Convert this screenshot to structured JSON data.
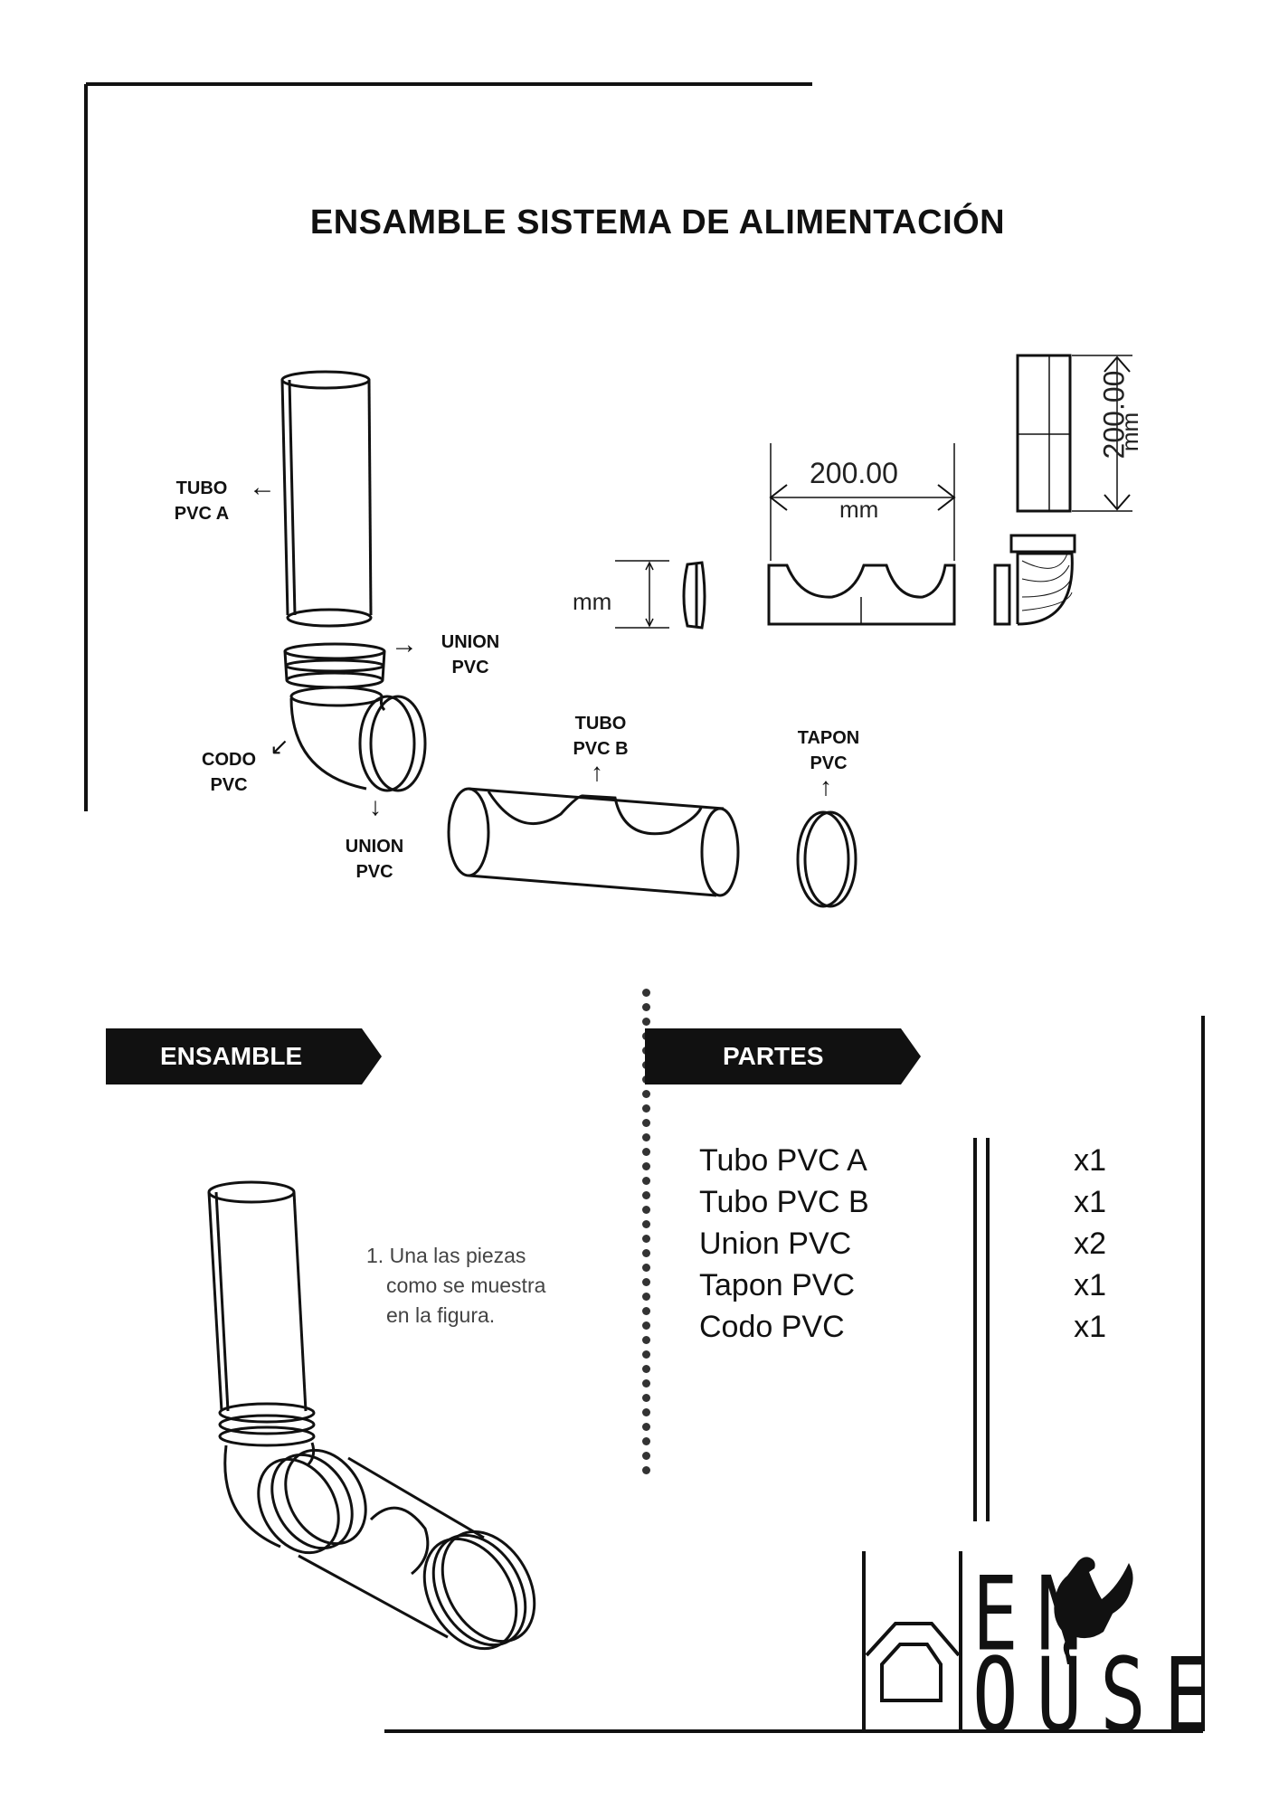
{
  "title": "ENSAMBLE SISTEMA DE ALIMENTACIÓN",
  "diagram_labels": {
    "tubo_a": [
      "TUBO",
      "PVC A"
    ],
    "union_top": [
      "UNION",
      "PVC"
    ],
    "codo": [
      "CODO",
      "PVC"
    ],
    "union_bottom": [
      "UNION",
      "PVC"
    ],
    "tubo_b": [
      "TUBO",
      "PVC B"
    ],
    "tapon": [
      "TAPON",
      "PVC"
    ]
  },
  "dimensions": {
    "horizontal_value": "200.00",
    "horizontal_unit": "mm",
    "vertical_value": "200.00",
    "vertical_unit": "mm",
    "small_unit": "mm"
  },
  "arrows": {
    "left": "←",
    "right": "→",
    "down": "↓",
    "up": "↑",
    "diag": "↙"
  },
  "ensamble": {
    "heading": "ENSAMBLE",
    "step_number": "1.",
    "step_lines": [
      "Una las piezas",
      "como se muestra",
      "en la figura."
    ]
  },
  "partes": {
    "heading": "PARTES",
    "items": [
      {
        "name": "Tubo PVC A",
        "qty": "x1"
      },
      {
        "name": "Tubo PVC B",
        "qty": "x1"
      },
      {
        "name": "Union PVC",
        "qty": "x2"
      },
      {
        "name": "Tapon PVC",
        "qty": "x1"
      },
      {
        "name": "Codo PVC",
        "qty": "x1"
      }
    ]
  },
  "logo": {
    "top": "EN",
    "bottom": "OUSE",
    "icon": "hen-icon"
  }
}
